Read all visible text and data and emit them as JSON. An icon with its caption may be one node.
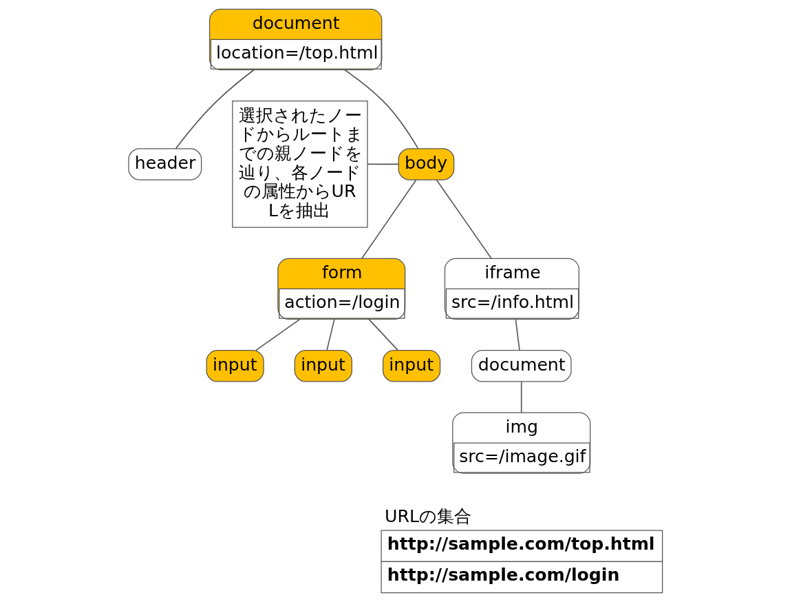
{
  "diagram": {
    "nodes": [
      {
        "text": [
          "document",
          "location=/top.html"
        ]
      },
      {
        "text": [
          "header"
        ]
      },
      {
        "text": [
          "body"
        ]
      },
      {
        "text": [
          "form",
          "action=/login"
        ]
      },
      {
        "text": [
          "iframe",
          "src=/info.html"
        ]
      },
      {
        "text": [
          "document"
        ]
      },
      {
        "text": [
          "img",
          "src=/image.gif"
        ]
      },
      {
        "text": [
          "input"
        ]
      },
      {
        "text": [
          "input"
        ]
      },
      {
        "text": [
          "input"
        ]
      },
      {
        "text": [
          "選択されたノードからルートまでの親ノードを辿り、各ノードの属性からURLを抽出"
        ]
      },
      {
        "text": [
          "URLの集合",
          "http://sample.com/top.html",
          "http://sample.com/login"
        ]
      }
    ],
    "edges": [
      {
        "from": 0,
        "to": 1,
        "arrow": "none"
      },
      {
        "from": 0,
        "to": 2,
        "arrow": "none"
      },
      {
        "from": 2,
        "to": 3,
        "arrow": "none"
      },
      {
        "from": 2,
        "to": 4,
        "arrow": "none"
      },
      {
        "from": 3,
        "to": 7,
        "arrow": "none"
      },
      {
        "from": 3,
        "to": 8,
        "arrow": "none"
      },
      {
        "from": 3,
        "to": 9,
        "arrow": "none"
      },
      {
        "from": 4,
        "to": 5,
        "arrow": "none"
      },
      {
        "from": 5,
        "to": 6,
        "arrow": "none"
      },
      {
        "from": 10,
        "to": 2,
        "arrow": "none"
      }
    ]
  }
}
